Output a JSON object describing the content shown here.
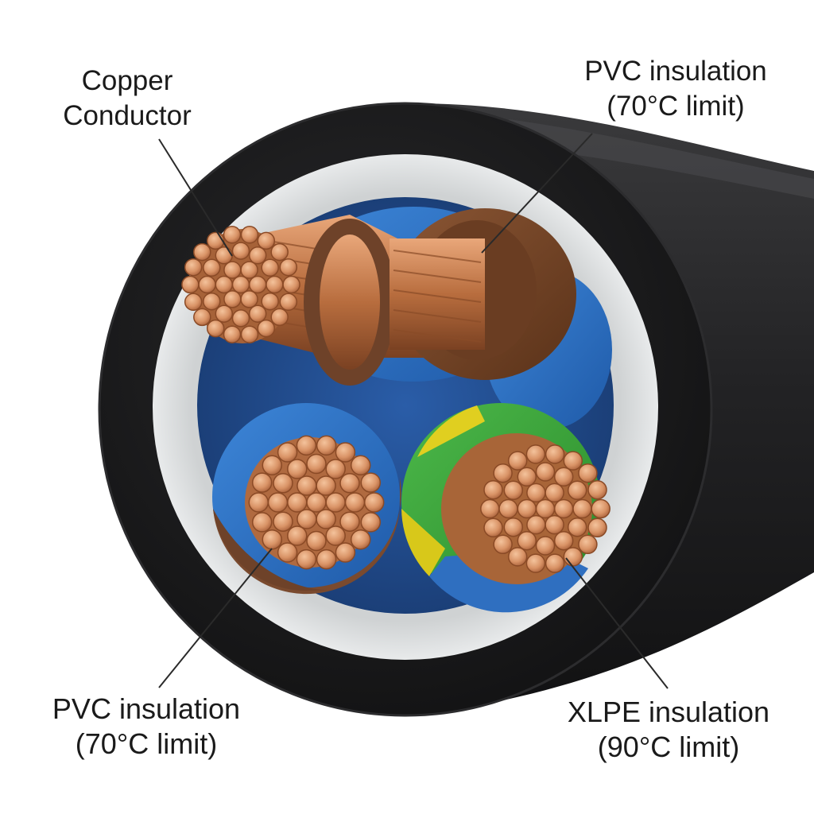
{
  "labels": {
    "copper_conductor": {
      "line1": "Copper",
      "line2": "Conductor"
    },
    "pvc_top": {
      "line1": "PVC insulation",
      "line2": "(70°C limit)"
    },
    "pvc_bottom": {
      "line1": "PVC insulation",
      "line2": "(70°C limit)"
    },
    "xlpe": {
      "line1": "XLPE insulation",
      "line2": "(90°C limit)"
    }
  },
  "colors": {
    "outer_sheath": "#1c1c1e",
    "filler": "#dcdedf",
    "copper": "#c98457",
    "brown_insulation": "#7a4a2e",
    "blue_insulation": "#2f6fc0",
    "green_yellow_insulation": "#3aa33a",
    "leader_line": "#2a2a2a"
  }
}
